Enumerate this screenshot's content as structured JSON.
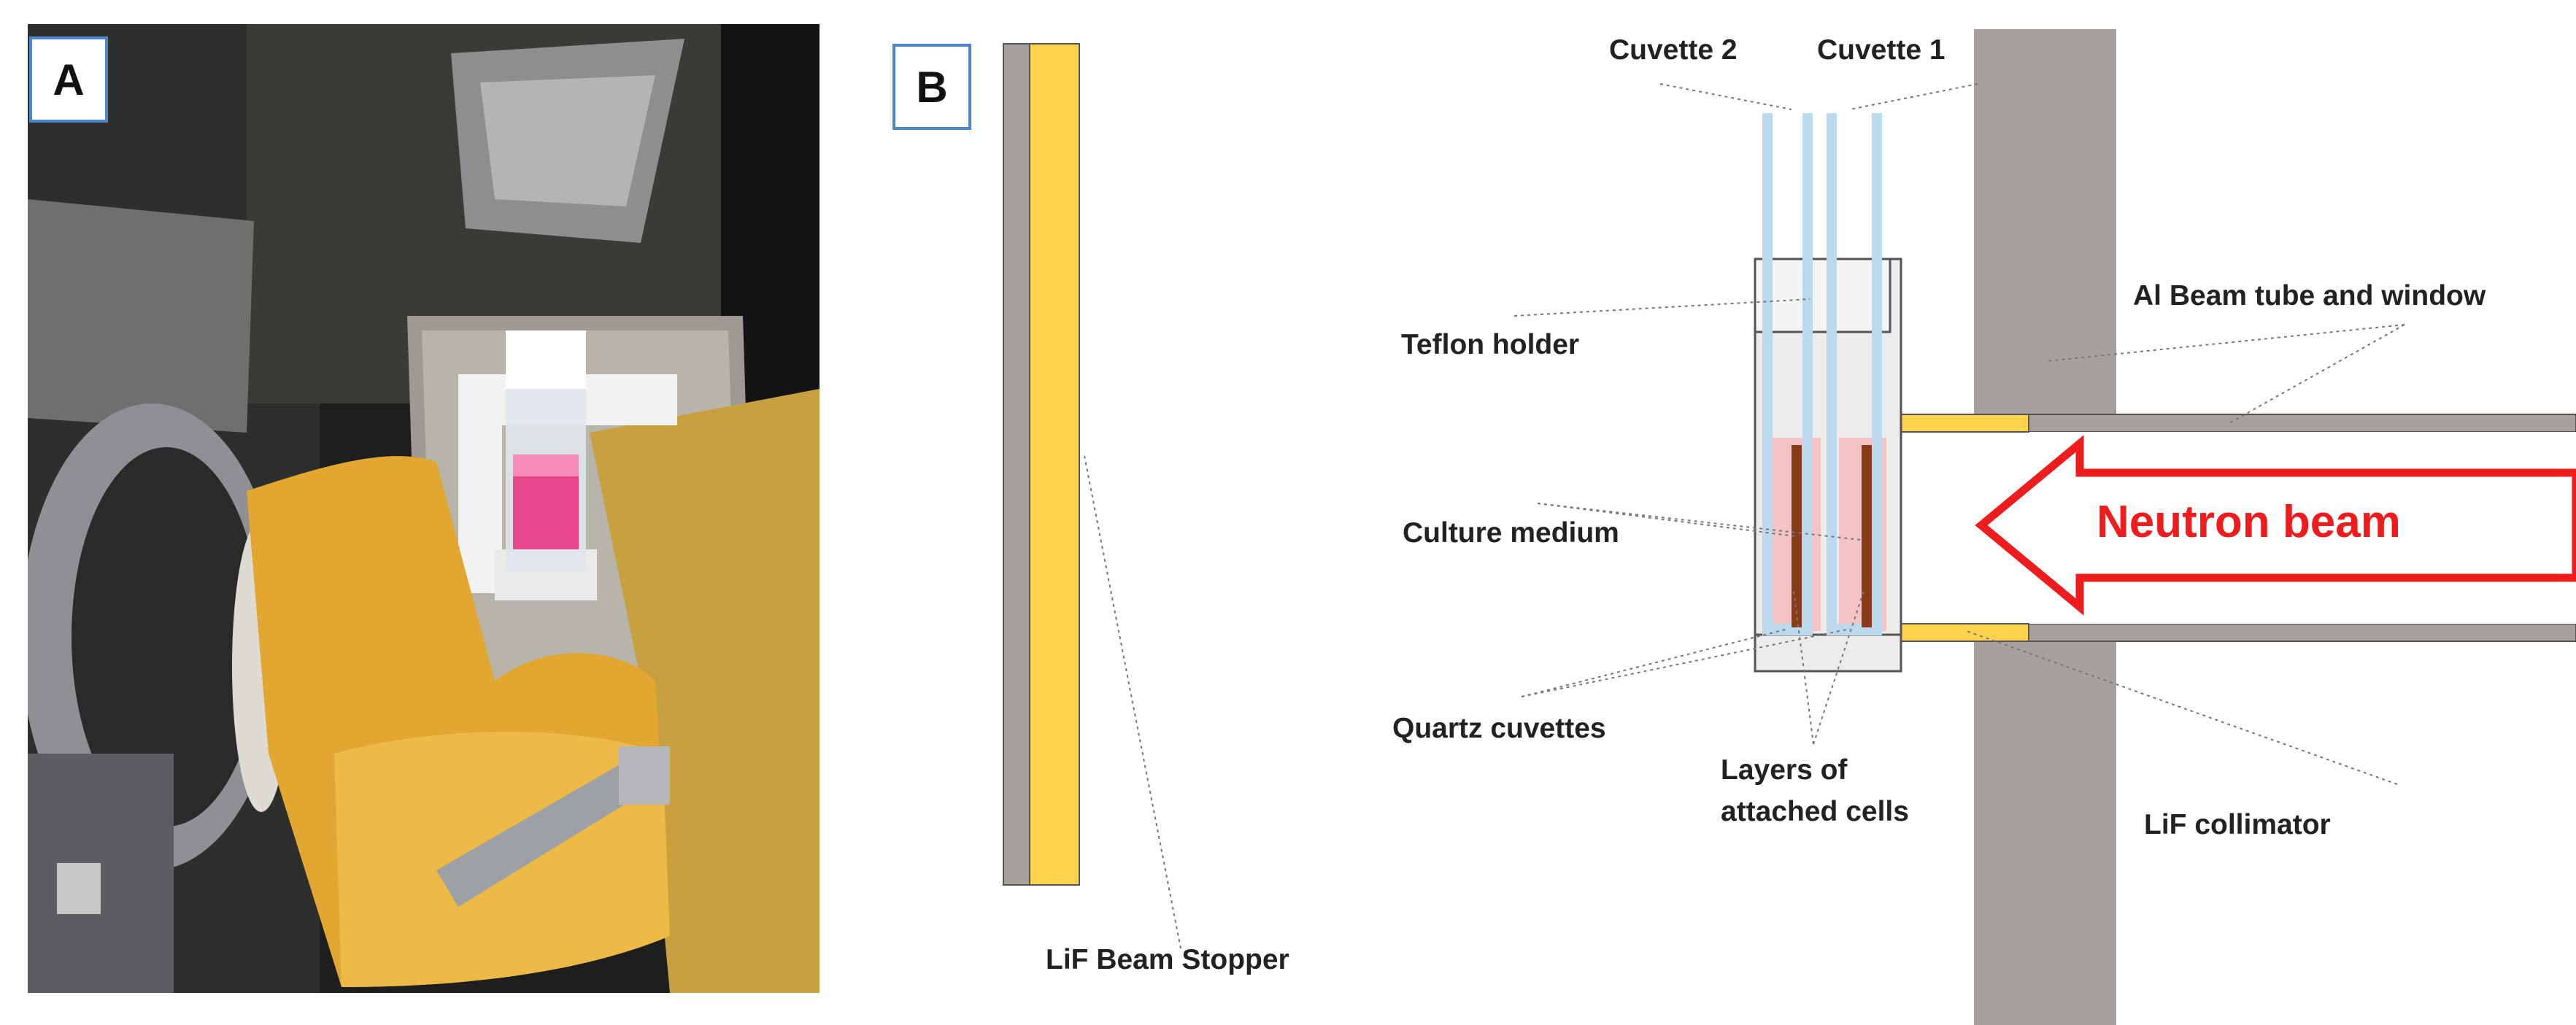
{
  "panel_a": {
    "label": "A"
  },
  "panel_b": {
    "label": "B",
    "labels": {
      "cuvette_2": "Cuvette 2",
      "cuvette_1": "Cuvette 1",
      "teflon_holder": "Teflon holder",
      "culture_medium": "Culture medium",
      "quartz_cuvettes": "Quartz cuvettes",
      "layers_line1": "Layers of",
      "layers_line2": "attached cells",
      "al_beam_tube": "Al Beam tube and window",
      "lif_collimator": "LiF collimator",
      "lif_beam_stopper": "LiF Beam Stopper",
      "neutron_beam": "Neutron beam"
    }
  },
  "colors": {
    "lif_yellow": "#ffd34d",
    "wall_gray": "#a6a09d",
    "cuvette_blue": "#bcd9ee",
    "cell_layer_brown": "#8b3a1a",
    "medium_pink": "#f7b5b5",
    "beam_red": "#ee1c1c",
    "panel_border": "#4a86c8"
  }
}
